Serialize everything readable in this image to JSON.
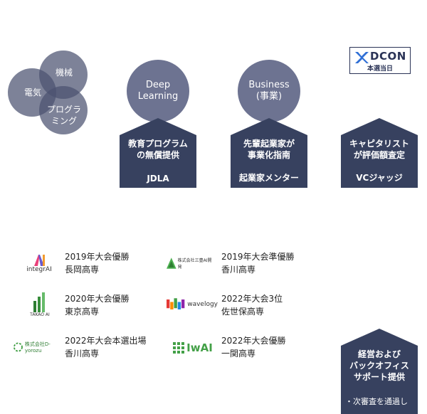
{
  "venn": {
    "labels": [
      "機械",
      "電気",
      "プログラ\nミング"
    ]
  },
  "pillars": [
    {
      "circle": "Deep\nLearning",
      "title": "教育プログラム\nの無償提供",
      "role": "JDLA"
    },
    {
      "circle": "Business\n(事業)",
      "title": "先輩起業家が\n事業化指南",
      "role": "起業家メンター"
    },
    {
      "circle": "",
      "title": "キャピタリスト\nが評価額査定",
      "role": "VCジャッジ"
    }
  ],
  "dcon": {
    "name": "DCON",
    "sub": "本選当日"
  },
  "awards": [
    {
      "logo": "integrAI",
      "line1": "2019年大会優勝",
      "line2": "長岡高専"
    },
    {
      "logo": "株式会社三豊AI開発",
      "line1": "2019年大会準優勝",
      "line2": "香川高専"
    },
    {
      "logo": "TAKAO AI",
      "line1": "2020年大会優勝",
      "line2": "東京高専"
    },
    {
      "logo": "wavelogy",
      "line1": "2022年大会3位",
      "line2": "佐世保高専"
    },
    {
      "logo": "株式会社D-yorozu",
      "line1": "2022年大会本選出場",
      "line2": "香川高専"
    },
    {
      "logo": "IwAI",
      "line1": "2022年大会優勝",
      "line2": "一関高専"
    }
  ],
  "backoffice": {
    "title": "経営および\nバックオフィス\nサポート提供",
    "cut_text": "・次審査を通過し"
  },
  "colors": {
    "navy": "#37415f",
    "circle": "#6d7391"
  }
}
